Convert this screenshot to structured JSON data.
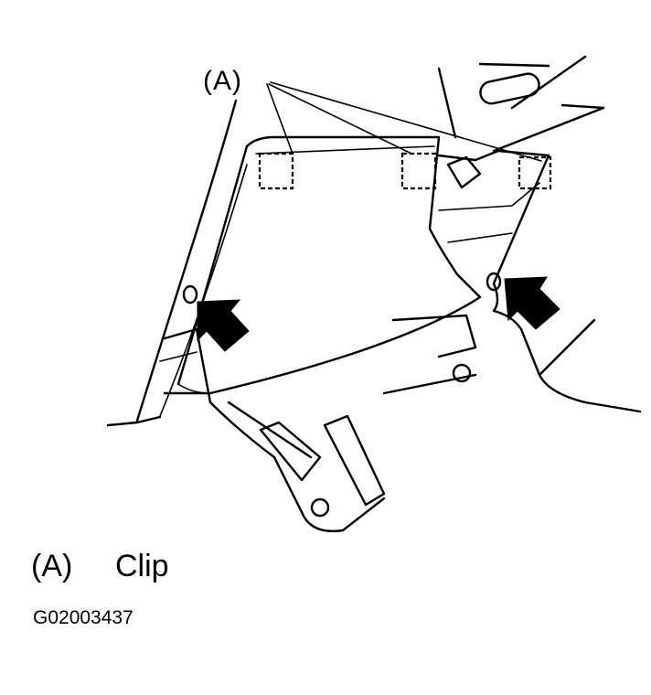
{
  "callout": {
    "label": "(A)"
  },
  "legend": {
    "key": "(A)",
    "value": "Clip"
  },
  "figure_code": "G02003437"
}
